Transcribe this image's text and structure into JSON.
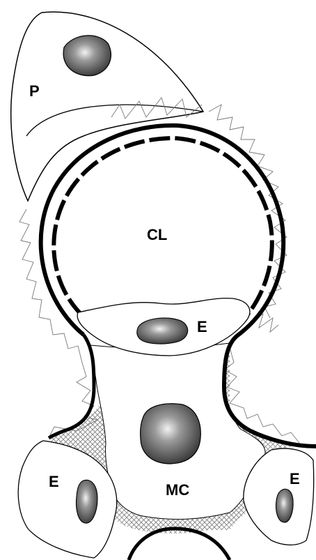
{
  "labels": {
    "pericyte": "P",
    "capillary_lumen": "CL",
    "endothelial_center": "E",
    "endothelial_left": "E",
    "endothelial_right": "E",
    "mesangial_cell": "MC"
  },
  "colors": {
    "outline": "#000000",
    "cell_fill": "#ffffff",
    "nucleus_light": "#e8e8e8",
    "nucleus_mid": "#8c8c8c",
    "nucleus_dark": "#3a3a3a",
    "matrix_hatch": "#8a8a8a",
    "foot_process": "#777777"
  }
}
